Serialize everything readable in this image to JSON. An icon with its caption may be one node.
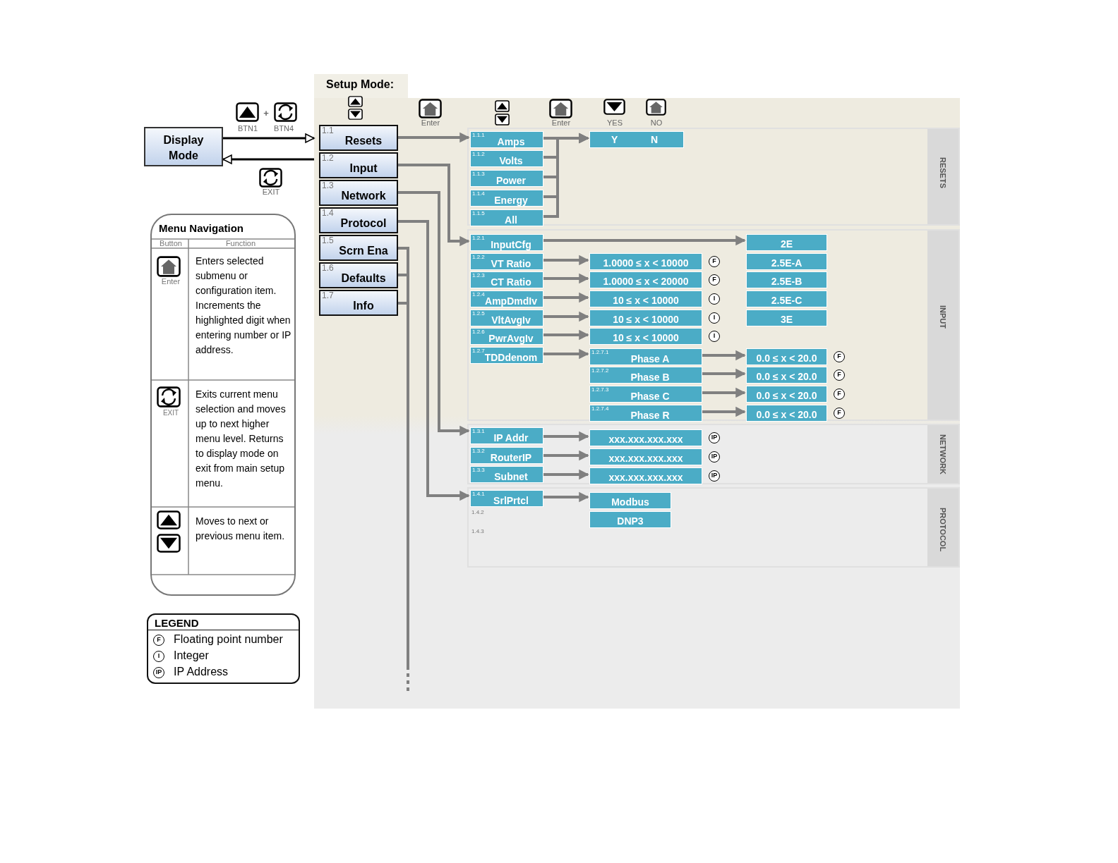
{
  "diagram": {
    "nodes": [
      {
        "text": [
          "Display Mode"
        ]
      },
      {
        "text": [
          "Setup Mode:"
        ]
      },
      {
        "text": [
          "1.1",
          "Resets"
        ],
        "in": 1
      },
      {
        "text": [
          "1.2",
          "Input"
        ],
        "in": 1
      },
      {
        "text": [
          "1.3",
          "Network"
        ],
        "in": 1
      },
      {
        "text": [
          "1.4",
          "Protocol"
        ],
        "in": 1
      },
      {
        "text": [
          "1.5",
          "Scrn Ena"
        ],
        "in": 1
      },
      {
        "text": [
          "1.6",
          "Defaults"
        ],
        "in": 1
      },
      {
        "text": [
          "1.7",
          "Info"
        ],
        "in": 1
      },
      {
        "text": [
          "RESETS"
        ],
        "in": 1
      },
      {
        "text": [
          "1.1.1",
          "Amps"
        ],
        "in": 9
      },
      {
        "text": [
          "1.1.2",
          "Volts"
        ],
        "in": 9
      },
      {
        "text": [
          "1.1.3",
          "Power"
        ],
        "in": 9
      },
      {
        "text": [
          "1.1.4",
          "Energy"
        ],
        "in": 9
      },
      {
        "text": [
          "1.1.5",
          "All"
        ],
        "in": 9
      },
      {
        "text": [
          "Y",
          "N"
        ],
        "in": 9
      },
      {
        "text": [
          "INPUT"
        ],
        "in": 1
      },
      {
        "text": [
          "1.2.1",
          "InputCfg"
        ],
        "in": 16
      },
      {
        "text": [
          "1.2.2",
          "VT Ratio"
        ],
        "in": 16
      },
      {
        "text": [
          "1.2.3",
          "CT Ratio"
        ],
        "in": 16
      },
      {
        "text": [
          "1.2.4",
          "AmpDmdIv"
        ],
        "in": 16
      },
      {
        "text": [
          "1.2.5",
          "VltAvgIv"
        ],
        "in": 16
      },
      {
        "text": [
          "1.2.6",
          "PwrAvgIv"
        ],
        "in": 16
      },
      {
        "text": [
          "1.2.7",
          "TDDdenom"
        ],
        "in": 16
      },
      {
        "text": [
          "2E"
        ],
        "in": 16
      },
      {
        "text": [
          "2.5E-A"
        ],
        "in": 16
      },
      {
        "text": [
          "2.5E-B"
        ],
        "in": 16
      },
      {
        "text": [
          "2.5E-C"
        ],
        "in": 16
      },
      {
        "text": [
          "3E"
        ],
        "in": 16
      },
      {
        "text": [
          "1.0000 ≤ x < 10000"
        ],
        "beside": [
          "F"
        ],
        "in": 16
      },
      {
        "text": [
          "1.0000 ≤ x < 20000"
        ],
        "beside": [
          "F"
        ],
        "in": 16
      },
      {
        "text": [
          "10 ≤ x < 10000"
        ],
        "beside": [
          "I"
        ],
        "in": 16
      },
      {
        "text": [
          "10 ≤ x < 10000"
        ],
        "beside": [
          "I"
        ],
        "in": 16
      },
      {
        "text": [
          "10 ≤ x < 10000"
        ],
        "beside": [
          "I"
        ],
        "in": 16
      },
      {
        "text": [
          "1.2.7.1",
          "Phase A"
        ],
        "in": 16
      },
      {
        "text": [
          "1.2.7.2",
          "Phase B"
        ],
        "in": 16
      },
      {
        "text": [
          "1.2.7.3",
          "Phase C"
        ],
        "in": 16
      },
      {
        "text": [
          "1.2.7.4",
          "Phase R"
        ],
        "in": 16
      },
      {
        "text": [
          "0.0 ≤ x < 20.0"
        ],
        "beside": [
          "F"
        ],
        "in": 16
      },
      {
        "text": [
          "0.0 ≤ x < 20.0"
        ],
        "beside": [
          "F"
        ],
        "in": 16
      },
      {
        "text": [
          "0.0 ≤ x < 20.0"
        ],
        "beside": [
          "F"
        ],
        "in": 16
      },
      {
        "text": [
          "0.0 ≤ x < 20.0"
        ],
        "beside": [
          "F"
        ],
        "in": 16
      },
      {
        "text": [
          "NETWORK"
        ],
        "in": 1
      },
      {
        "text": [
          "1.3.1",
          "IP Addr"
        ],
        "in": 42
      },
      {
        "text": [
          "1.3.2",
          "RouterIP"
        ],
        "in": 42
      },
      {
        "text": [
          "1.3.3",
          "Subnet"
        ],
        "in": 42
      },
      {
        "text": [
          "xxx.xxx.xxx.xxx"
        ],
        "beside": [
          "IP"
        ],
        "in": 42
      },
      {
        "text": [
          "xxx.xxx.xxx.xxx"
        ],
        "beside": [
          "IP"
        ],
        "in": 42
      },
      {
        "text": [
          "xxx.xxx.xxx.xxx"
        ],
        "beside": [
          "IP"
        ],
        "in": 42
      },
      {
        "text": [
          "PROTOCOL"
        ],
        "in": 1
      },
      {
        "text": [
          "1.4.1",
          "SrlPrtcl"
        ],
        "in": 49
      },
      {
        "text": [
          "1.4.2"
        ],
        "in": 49
      },
      {
        "text": [
          "1.4.3"
        ],
        "in": 49
      },
      {
        "text": [
          "Modbus"
        ],
        "in": 49
      },
      {
        "text": [
          "DNP3"
        ],
        "in": 49
      },
      {
        "text": [
          "Menu Navigation",
          "Button",
          "Function",
          "Enter",
          "Enters selected submenu or configuration item. Increments the highlighted digit when entering number or IP address.",
          "EXIT",
          "Exits current menu selection and moves up to next higher menu level. Returns to display mode on exit from main setup menu.",
          "Moves to next or previous menu item."
        ]
      }
    ],
    "edges": [
      {
        "from": 0,
        "to": 1,
        "arrow": "to",
        "color": "#000000"
      },
      {
        "from": 1,
        "to": 0,
        "arrow": "to",
        "color": "#000000"
      },
      {
        "from": 2,
        "to": 10,
        "arrow": "to"
      },
      {
        "from": 3,
        "to": 17,
        "arrow": "to"
      },
      {
        "from": 4,
        "to": 43,
        "arrow": "to"
      },
      {
        "from": 5,
        "to": 50,
        "arrow": "to"
      },
      {
        "from": 6,
        "to": null,
        "arrow": "none"
      },
      {
        "from": 7,
        "to": null,
        "arrow": "none"
      },
      {
        "from": 8,
        "to": null,
        "arrow": "none"
      },
      {
        "from": 10,
        "to": 15,
        "arrow": "to"
      },
      {
        "from": 11,
        "to": 15,
        "arrow": "to"
      },
      {
        "from": 12,
        "to": 15,
        "arrow": "to"
      },
      {
        "from": 13,
        "to": 15,
        "arrow": "to"
      },
      {
        "from": 14,
        "to": 15,
        "arrow": "to"
      },
      {
        "from": 17,
        "to": 24,
        "arrow": "to"
      },
      {
        "from": 18,
        "to": 29,
        "arrow": "to"
      },
      {
        "from": 19,
        "to": 30,
        "arrow": "to"
      },
      {
        "from": 20,
        "to": 31,
        "arrow": "to"
      },
      {
        "from": 21,
        "to": 32,
        "arrow": "to"
      },
      {
        "from": 22,
        "to": 33,
        "arrow": "to"
      },
      {
        "from": 23,
        "to": 34,
        "arrow": "to"
      },
      {
        "from": 34,
        "to": 38,
        "arrow": "to"
      },
      {
        "from": 35,
        "to": 39,
        "arrow": "to"
      },
      {
        "from": 36,
        "to": 40,
        "arrow": "to"
      },
      {
        "from": 37,
        "to": 41,
        "arrow": "to"
      },
      {
        "from": 43,
        "to": 46,
        "arrow": "to"
      },
      {
        "from": 44,
        "to": 47,
        "arrow": "to"
      },
      {
        "from": 45,
        "to": 48,
        "arrow": "to"
      },
      {
        "from": 50,
        "to": 53,
        "arrow": "to"
      }
    ],
    "labels": [
      "+",
      "Enter",
      "Enter",
      "YES",
      "NO",
      "BTN1",
      "BTN4",
      "EXIT",
      "LEGEND",
      "F",
      "I",
      "IP"
    ],
    "legend": [
      {
        "text": "Floating point number"
      },
      {
        "text": "Integer"
      },
      {
        "text": "IP Address"
      }
    ]
  }
}
